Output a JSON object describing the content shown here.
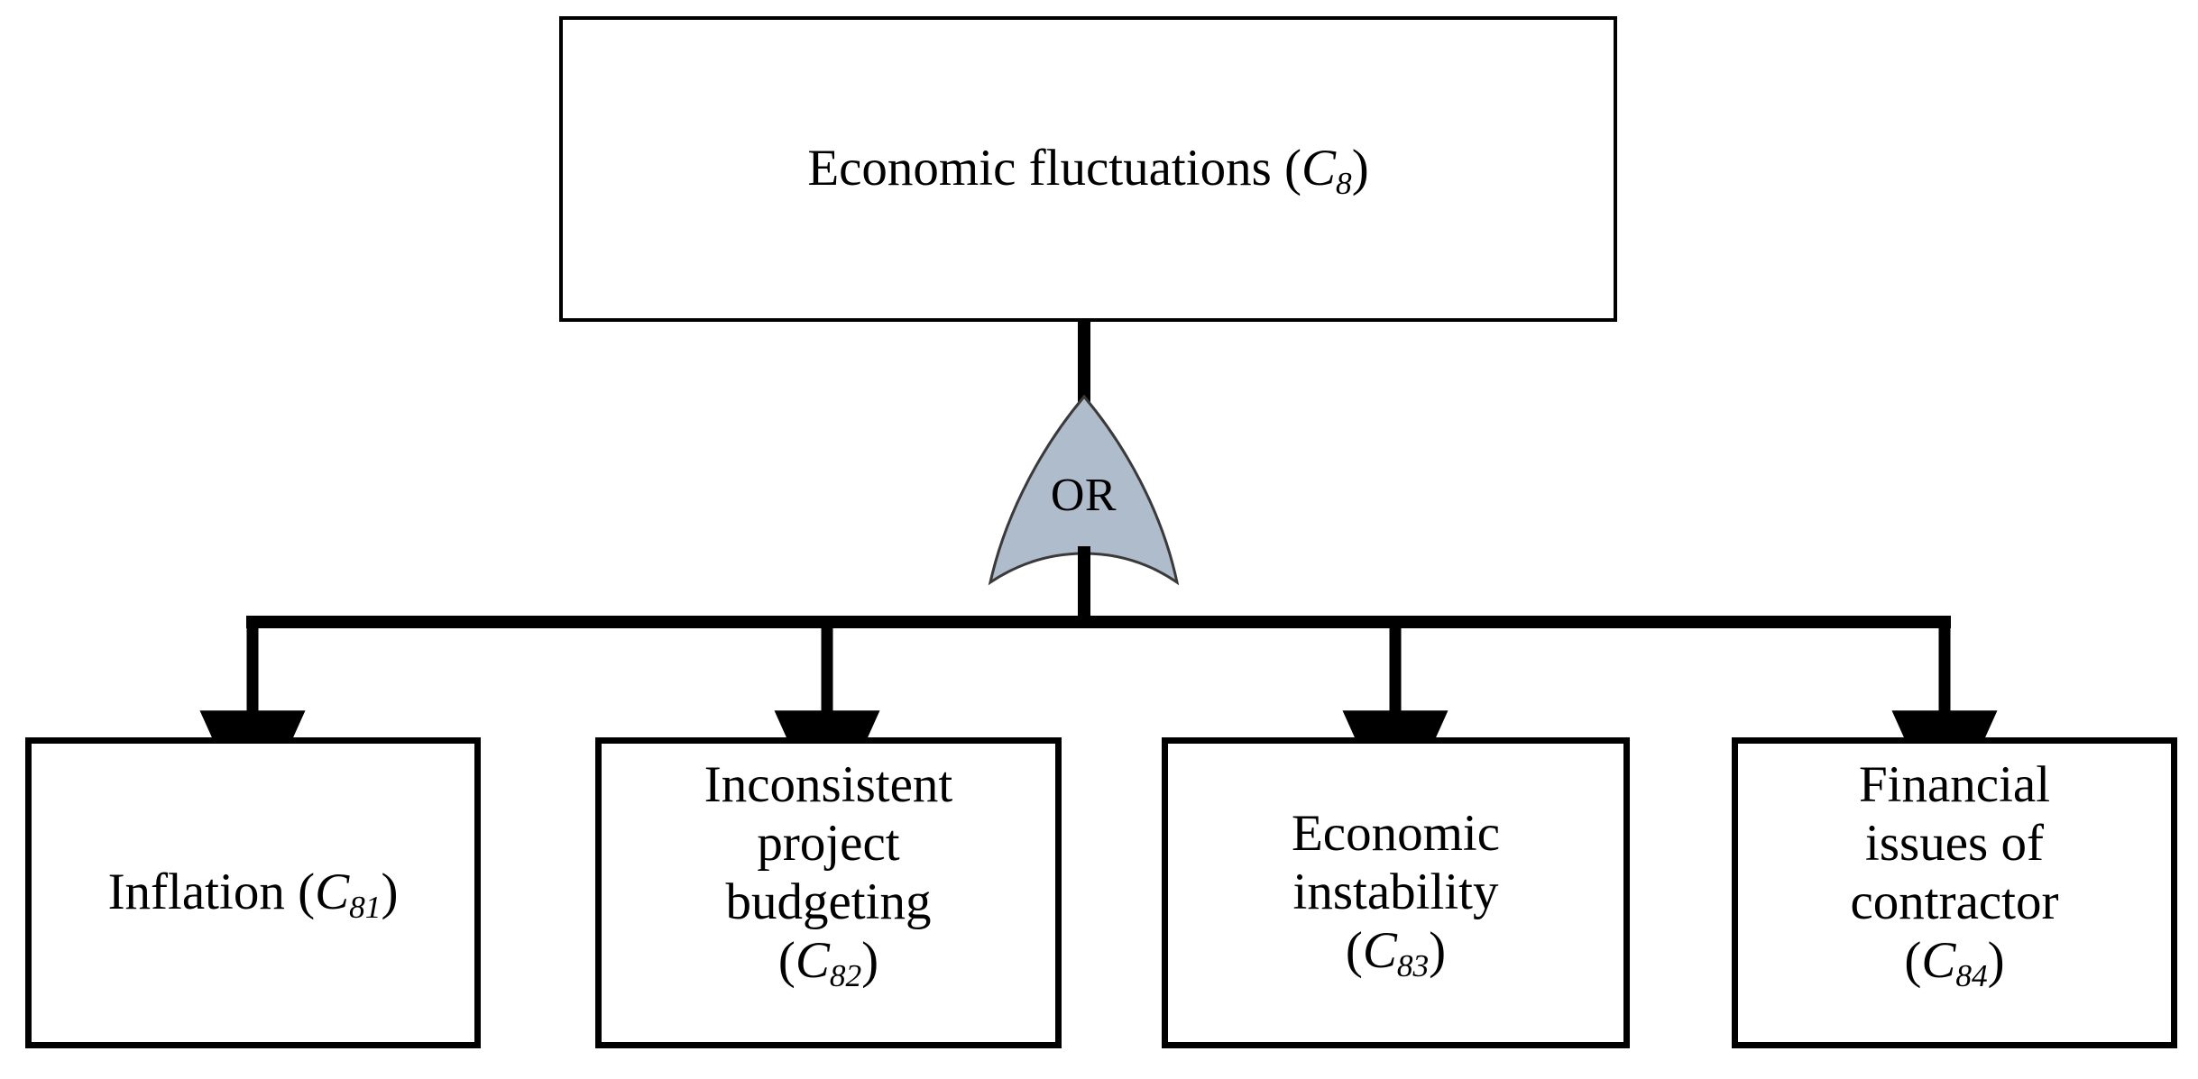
{
  "diagram": {
    "type": "fault-tree",
    "colors": {
      "background": "#ffffff",
      "stroke": "#000000",
      "gate_fill": "#aebccb",
      "gate_stroke": "#3a3a3a"
    },
    "top_event": {
      "id": "C8",
      "label": "Economic fluctuations (",
      "code_letter": "C",
      "code_sub": "8",
      "label_close": ")",
      "full_text": "Economic fluctuations (C8)"
    },
    "gate": {
      "kind": "OR",
      "label": "OR",
      "shape": "or-gate-shield"
    },
    "leaves": [
      {
        "id": "C81",
        "label": "Inflation (",
        "code_letter": "C",
        "code_sub": "81",
        "label_close": ")",
        "full_text": "Inflation (C81)"
      },
      {
        "id": "C82",
        "label": "Inconsistent\nproject\nbudgeting\n(",
        "code_letter": "C",
        "code_sub": "82",
        "label_close": ")",
        "full_text": "Inconsistent project budgeting (C82)"
      },
      {
        "id": "C83",
        "label": "Economic\ninstability\n(",
        "code_letter": "C",
        "code_sub": "83",
        "label_close": ")",
        "full_text": "Economic instability (C83)"
      },
      {
        "id": "C84",
        "label": "Financial\nissues of\ncontractor\n(",
        "code_letter": "C",
        "code_sub": "84",
        "label_close": ")",
        "full_text": "Financial issues of contractor (C84)"
      }
    ]
  }
}
